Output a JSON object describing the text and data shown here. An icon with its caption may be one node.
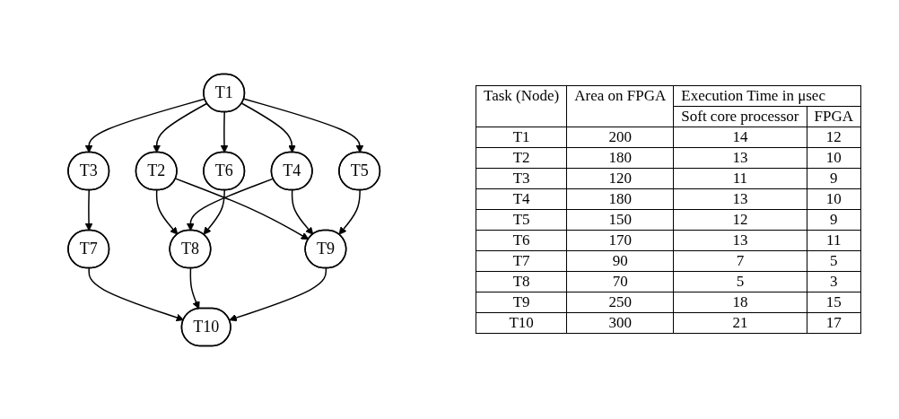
{
  "diagram": {
    "nodes": [
      {
        "text": [
          "T1"
        ]
      },
      {
        "text": [
          "T2"
        ]
      },
      {
        "text": [
          "T3"
        ]
      },
      {
        "text": [
          "T4"
        ]
      },
      {
        "text": [
          "T5"
        ]
      },
      {
        "text": [
          "T6"
        ]
      },
      {
        "text": [
          "T7"
        ]
      },
      {
        "text": [
          "T8"
        ]
      },
      {
        "text": [
          "T9"
        ]
      },
      {
        "text": [
          "T10"
        ]
      }
    ],
    "edges": [
      {
        "from": 0,
        "to": 1,
        "arrow": "to"
      },
      {
        "from": 0,
        "to": 2,
        "arrow": "to"
      },
      {
        "from": 0,
        "to": 3,
        "arrow": "to"
      },
      {
        "from": 0,
        "to": 4,
        "arrow": "to"
      },
      {
        "from": 0,
        "to": 5,
        "arrow": "to"
      },
      {
        "from": 1,
        "to": 7,
        "arrow": "to"
      },
      {
        "from": 1,
        "to": 8,
        "arrow": "to"
      },
      {
        "from": 2,
        "to": 6,
        "arrow": "to"
      },
      {
        "from": 3,
        "to": 7,
        "arrow": "to"
      },
      {
        "from": 3,
        "to": 8,
        "arrow": "to"
      },
      {
        "from": 4,
        "to": 8,
        "arrow": "to"
      },
      {
        "from": 5,
        "to": 7,
        "arrow": "to"
      },
      {
        "from": 6,
        "to": 9,
        "arrow": "to"
      },
      {
        "from": 7,
        "to": 9,
        "arrow": "to"
      },
      {
        "from": 8,
        "to": 9,
        "arrow": "to"
      }
    ],
    "labels": [
      "Task (Node)",
      "Area on FPGA",
      "Execution Time in μsec",
      "Soft core processor",
      "FPGA",
      "T1",
      "200",
      "14",
      "12",
      "T2",
      "180",
      "13",
      "10",
      "T3",
      "120",
      "11",
      "9",
      "T4",
      "180",
      "13",
      "10",
      "T5",
      "150",
      "12",
      "9",
      "T6",
      "170",
      "13",
      "11",
      "T7",
      "90",
      "7",
      "5",
      "T8",
      "70",
      "5",
      "3",
      "T9",
      "250",
      "18",
      "15",
      "T10",
      "300",
      "21",
      "17"
    ]
  }
}
